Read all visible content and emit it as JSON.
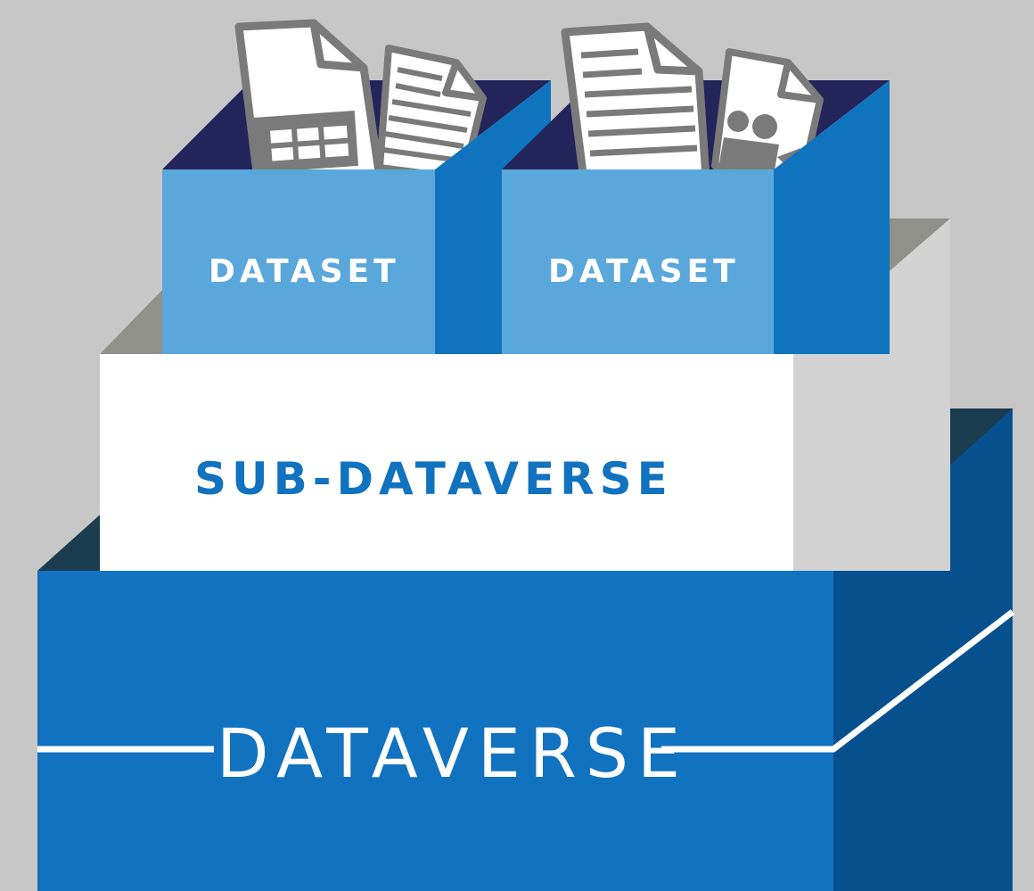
{
  "labels": {
    "dataset_1": "DATASET",
    "dataset_2": "DATASET",
    "sub_dataverse": "SUB-DATAVERSE",
    "dataverse": "DATAVERSE"
  },
  "icons": {
    "dataset_1": [
      "spreadsheet-file-icon",
      "text-document-icon"
    ],
    "dataset_2": [
      "text-document-icon",
      "media-file-icon"
    ]
  },
  "colors": {
    "background": "#c7c7c7",
    "dataverse_front": "#1172bf",
    "dataverse_side": "#07508e",
    "dataverse_inside": "#1b3b4f",
    "sub_dataverse_front": "#ffffff",
    "sub_dataverse_side": "#d3d3d3",
    "sub_dataverse_inside": "#8f918a",
    "dataset_front": "#5aa7dc",
    "dataset_side": "#0f74bd",
    "dataset_inside": "#22245a",
    "document_fill": "#ffffff",
    "document_stroke": "#7a7a7a"
  }
}
